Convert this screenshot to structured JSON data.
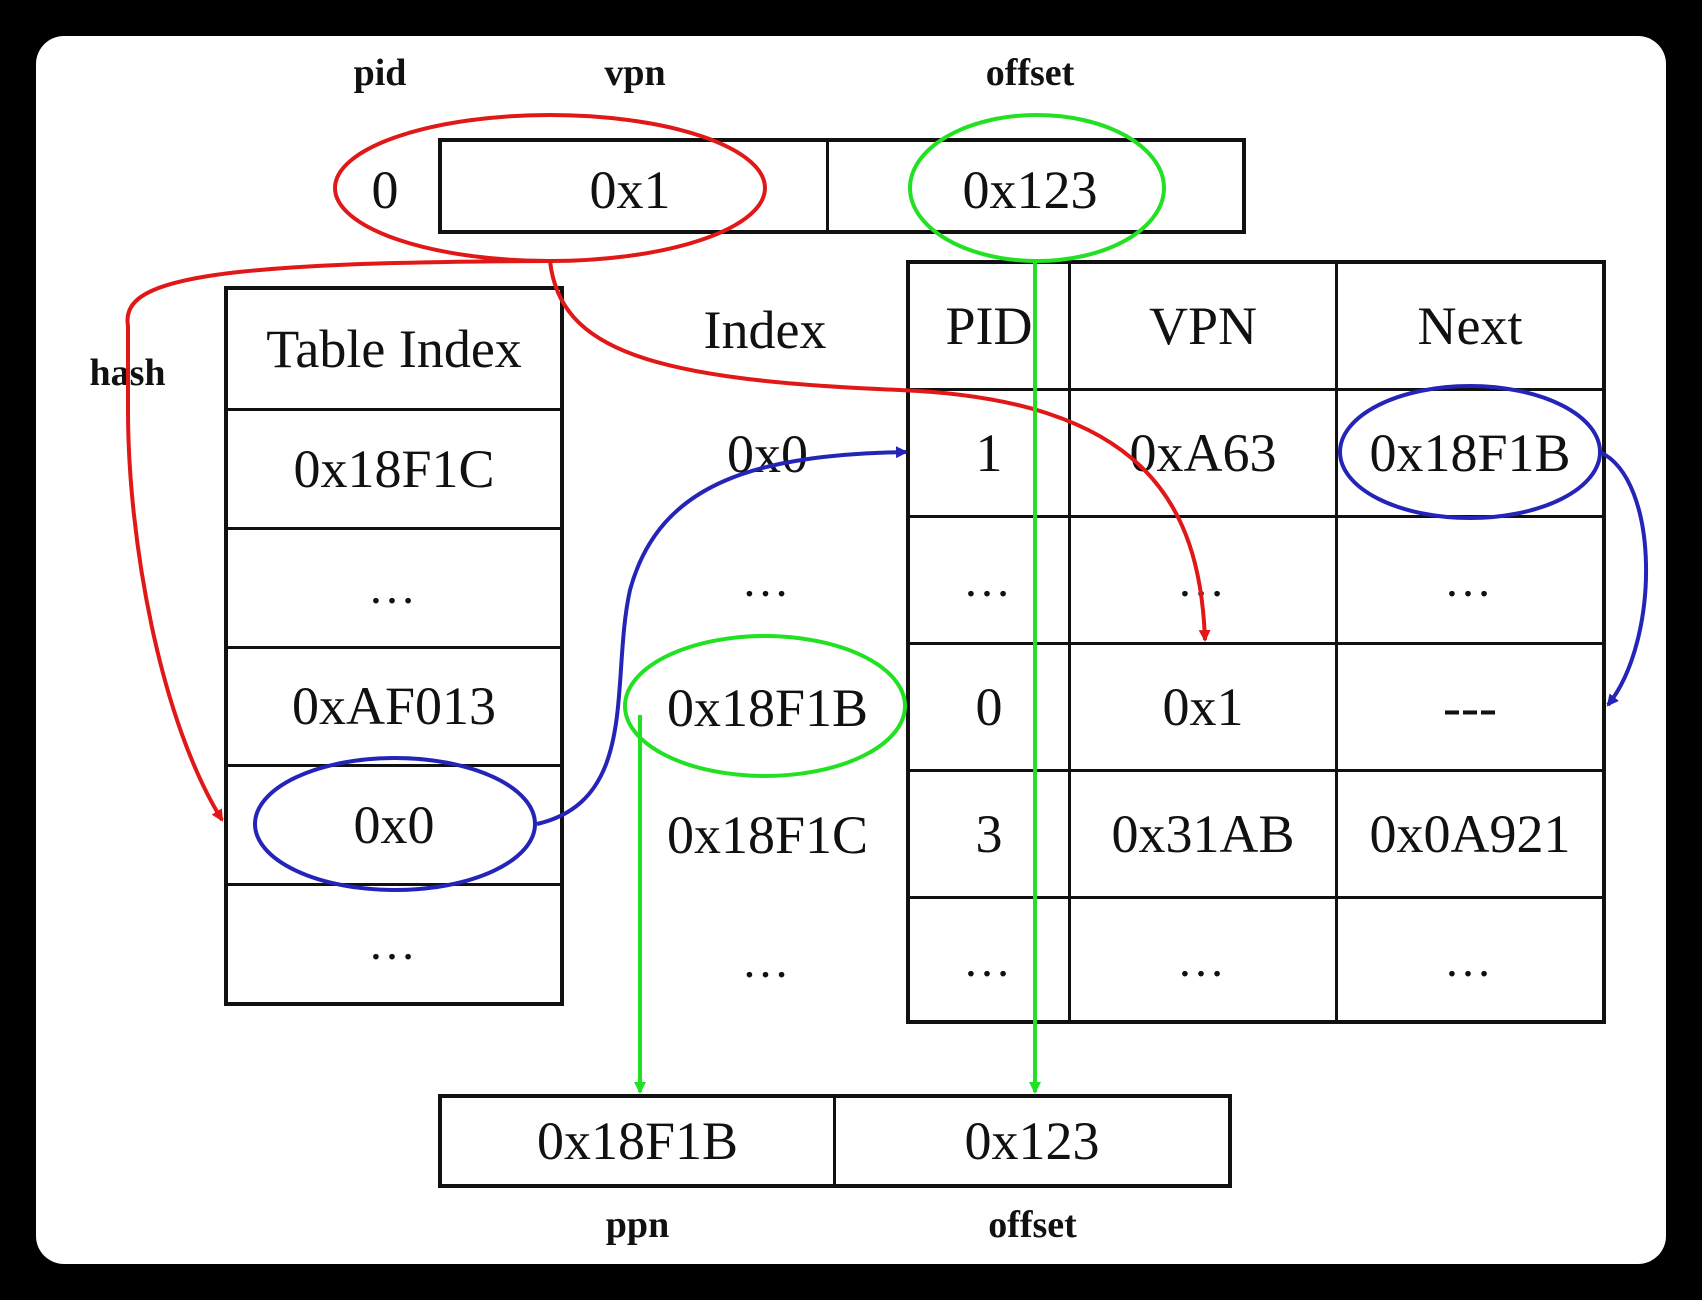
{
  "virtual_address": {
    "labels": {
      "pid": "pid",
      "vpn": "vpn",
      "offset": "offset"
    },
    "pid": "0",
    "vpn": "0x1",
    "offset": "0x123"
  },
  "hash_label": "hash",
  "hash_anchor_table": {
    "header": "Table Index",
    "rows": [
      "0x18F1C",
      "…",
      "0xAF013",
      "0x0",
      "…"
    ]
  },
  "inverted_page_table": {
    "index_header": "Index",
    "columns": [
      "PID",
      "VPN",
      "Next"
    ],
    "rows": [
      {
        "index": "0x0",
        "pid": "1",
        "vpn": "0xA63",
        "next": "0x18F1B"
      },
      {
        "index": "…",
        "pid": "…",
        "vpn": "…",
        "next": "…"
      },
      {
        "index": "0x18F1B",
        "pid": "0",
        "vpn": "0x1",
        "next": "---"
      },
      {
        "index": "0x18F1C",
        "pid": "3",
        "vpn": "0x31AB",
        "next": "0x0A921"
      },
      {
        "index": "…",
        "pid": "…",
        "vpn": "…",
        "next": "…"
      }
    ]
  },
  "physical_address": {
    "labels": {
      "ppn": "ppn",
      "offset": "offset"
    },
    "ppn": "0x18F1B",
    "offset": "0x123"
  },
  "colors": {
    "hash_path": "#e01818",
    "chain_path": "#2424b8",
    "match_path": "#22e022",
    "ink": "#111111",
    "background": "#ffffff",
    "frame": "#000000"
  }
}
